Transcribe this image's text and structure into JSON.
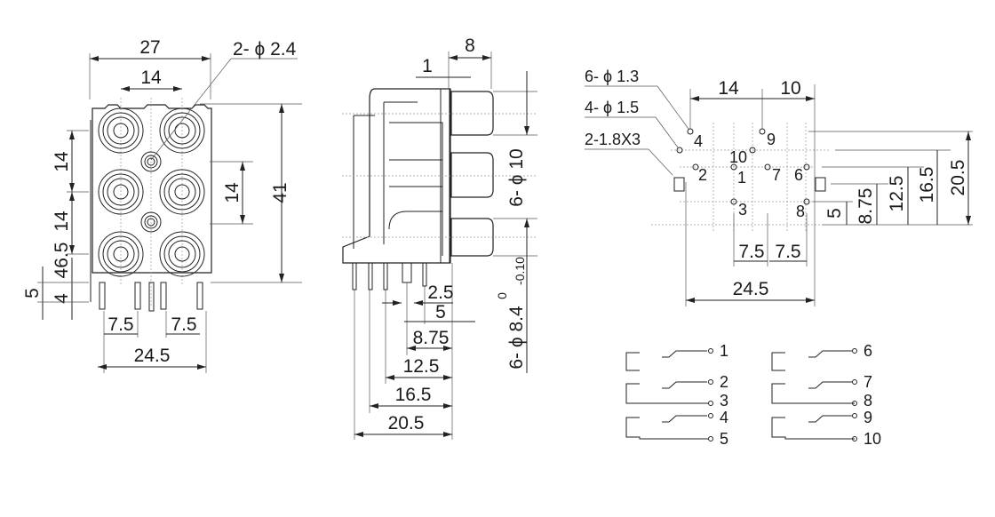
{
  "front_view": {
    "width_overall": "27",
    "jack_pitch_h": "14",
    "leader_holes": "2- ϕ 2.4",
    "row_pitch_1": "14",
    "row_pitch_2": "14",
    "dim_46_5": "46.5",
    "dim_4": "4",
    "dim_5": "5",
    "right_pitch": "14",
    "height_overall": "41",
    "pin_left": "7.5",
    "pin_right": "7.5",
    "pin_span": "24.5"
  },
  "side_view": {
    "protrusion": "8",
    "flange": "1",
    "jack_diameter": "6- ϕ 10",
    "jack_inner": "6- ϕ 8.4",
    "tol_upper": "0",
    "tol_lower": "-0.10",
    "d_2_5": "2.5",
    "d_5": "5",
    "d_8_75": "8.75",
    "d_12_5": "12.5",
    "d_16_5": "16.5",
    "d_20_5": "20.5"
  },
  "pcb_view": {
    "hole_13": "6-  ϕ 1.3",
    "hole_15": "4- ϕ 1.5",
    "slot": "2-1.8X3",
    "d_14": "14",
    "d_10": "10",
    "pins": [
      "1",
      "2",
      "3",
      "4",
      "6",
      "7",
      "8",
      "9",
      "10"
    ],
    "v_5": "5",
    "v_8_75": "8.75",
    "v_12_5": "12.5",
    "v_16_5": "16.5",
    "v_20_5": "20.5",
    "h_7_5_a": "7.5",
    "h_7_5_b": "7.5",
    "h_24_5": "24.5"
  },
  "schematic": {
    "left": [
      "1",
      "2",
      "3",
      "4",
      "5"
    ],
    "right": [
      "6",
      "7",
      "8",
      "9",
      "10"
    ]
  }
}
